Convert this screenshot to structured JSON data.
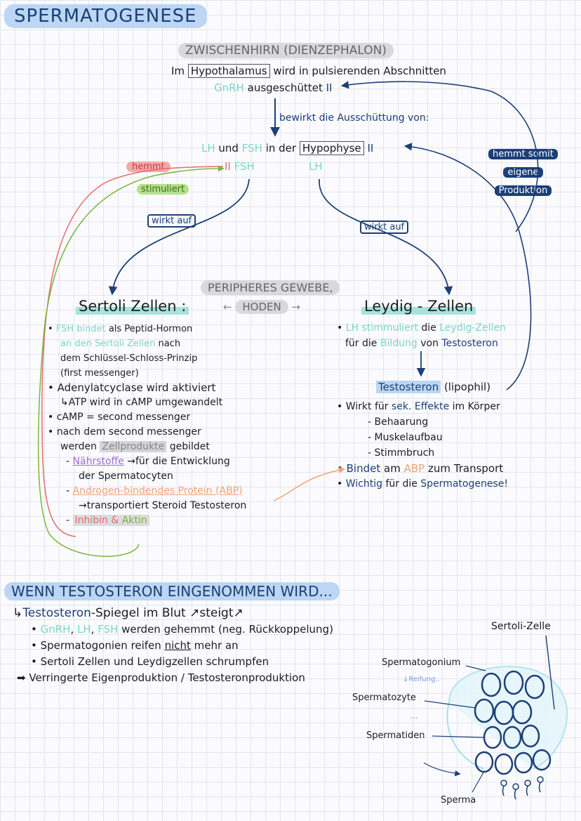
{
  "title": "SPERMATOGENESE",
  "hypothalamus": {
    "heading": "ZWISCHENHIRN (DIENZEPHALON)",
    "line1_pre": "Im",
    "line1_box": "Hypothalamus",
    "line1_post": "wird in pulsierenden Abschnitten",
    "line2_gnrh": "GnRH",
    "line2_rest": "ausgeschüttet",
    "inhibit_mark": "II"
  },
  "arrow_label_bewirkt": "bewirkt die Ausschüttung von:",
  "hypophyse_line": {
    "lh": "LH",
    "und": "und",
    "fsh": "FSH",
    "in_der": "in der",
    "box": "Hypophyse",
    "inhibit_mark": "II"
  },
  "fsh_label": "FSH",
  "lh_label": "LH",
  "inhibit_mark_fsh": "II",
  "labels": {
    "hemmt": "hemmt",
    "stimuliert": "stimuliert",
    "wirkt_auf_left": "wirkt auf",
    "wirkt_auf_right": "wirkt auf",
    "hemmt_somit": [
      "hemmt somit",
      "eigene",
      "Produktion"
    ]
  },
  "periphery": {
    "line1": "PERIPHERES GEWEBE,",
    "line2": "HODEN",
    "arrow_left": "←",
    "arrow_right": "→"
  },
  "sertoli": {
    "heading": "Sertoli Zellen :",
    "b1_l1_fsh": "FSH bindet",
    "b1_l1_rest": "als Peptid-Hormon",
    "b1_l2_mint": "an den Sertoli Zellen",
    "b1_l2_rest": "nach",
    "b1_l3": "dem Schlüssel-Schloss-Prinzip",
    "b1_l4": "(first messenger)",
    "b2_l1": "Adenylatcyclase wird aktiviert",
    "b2_l2": "↳ATP wird in cAMP umgewandelt",
    "b3": "cAMP = second messenger",
    "b4_l1": "nach dem second messenger",
    "b4_l2_pre": "werden",
    "b4_l2_hl": "Zellprodukte",
    "b4_l2_post": "gebildet",
    "s1_purple": "Nährstoffe",
    "s1_rest": "→für die Entwicklung",
    "s1_l2": "der Spermatocyten",
    "s2": "Androgen-bindendes Protein (ABP)",
    "s2_l2": "→transportiert Steroid Testosteron",
    "s3_inhibin": "Inhibin",
    "s3_amp": "&",
    "s3_aktin": "Aktin"
  },
  "leydig": {
    "heading": "Leydig - Zellen",
    "b1_l1_lh": "LH stimmuliert",
    "b1_l1_die": "die",
    "b1_l1_mint": "Leydig-Zellen",
    "b1_l2_pre": "für die",
    "b1_l2_mint": "Bildung",
    "b1_l2_von": "von",
    "b1_l2_navy": "Testosteron",
    "testo_hl": "Testosteron",
    "testo_rest": "(lipophil)",
    "w1_pre": "Wirkt für",
    "w1_navy": "sek. Effekte",
    "w1_post": "im Körper",
    "w_items": [
      "Behaarung",
      "Muskelaufbau",
      "Stimmbruch"
    ],
    "b2_pre": "Bindet",
    "b2_am": "am",
    "b2_abp": "ABP",
    "b2_post": "zum Transport",
    "b3_pre": "Wichtig",
    "b3_fur": "für die",
    "b3_navy": "Spermatogenese",
    "b3_mark": "!"
  },
  "section2": {
    "heading": "WENN TESTOSTERON EINGENOMMEN WIRD...",
    "l1_arrow": "↳",
    "l1_navy": "Testosteron",
    "l1_rest": "-Spiegel im Blut ↗steigt↗",
    "b1_gnrh": "GnRH",
    "b1_lh": "LH",
    "b1_fsh": "FSH",
    "b1_rest": "werden gehemmt (neg. Rückkoppelung)",
    "b2_pre": "Spermatogonien reifen",
    "b2_u": "nicht",
    "b2_post": "mehr an",
    "b3": "Sertoli Zellen und Leydigzellen schrumpfen",
    "b4_arrow": "➡",
    "b4": "Verringerte Eigenproduktion / Testosteronproduktion"
  },
  "diagram": {
    "sertoli_zelle": "Sertoli-Zelle",
    "spermatogonium": "Spermatogonium",
    "reifung": "↓Reifung..",
    "spermatozyte": "Spermatozyte",
    "dots": "...",
    "spermatiden": "Spermatiden",
    "sperma": "Sperma"
  },
  "colors": {
    "mint": "#7cd5c9",
    "navy": "#1c3f78",
    "title_highlight": "#bcd6f3",
    "salmon": "#e66b6b",
    "green": "#7ab53d",
    "peach": "#f0a277",
    "purple": "#9a6fd6"
  }
}
